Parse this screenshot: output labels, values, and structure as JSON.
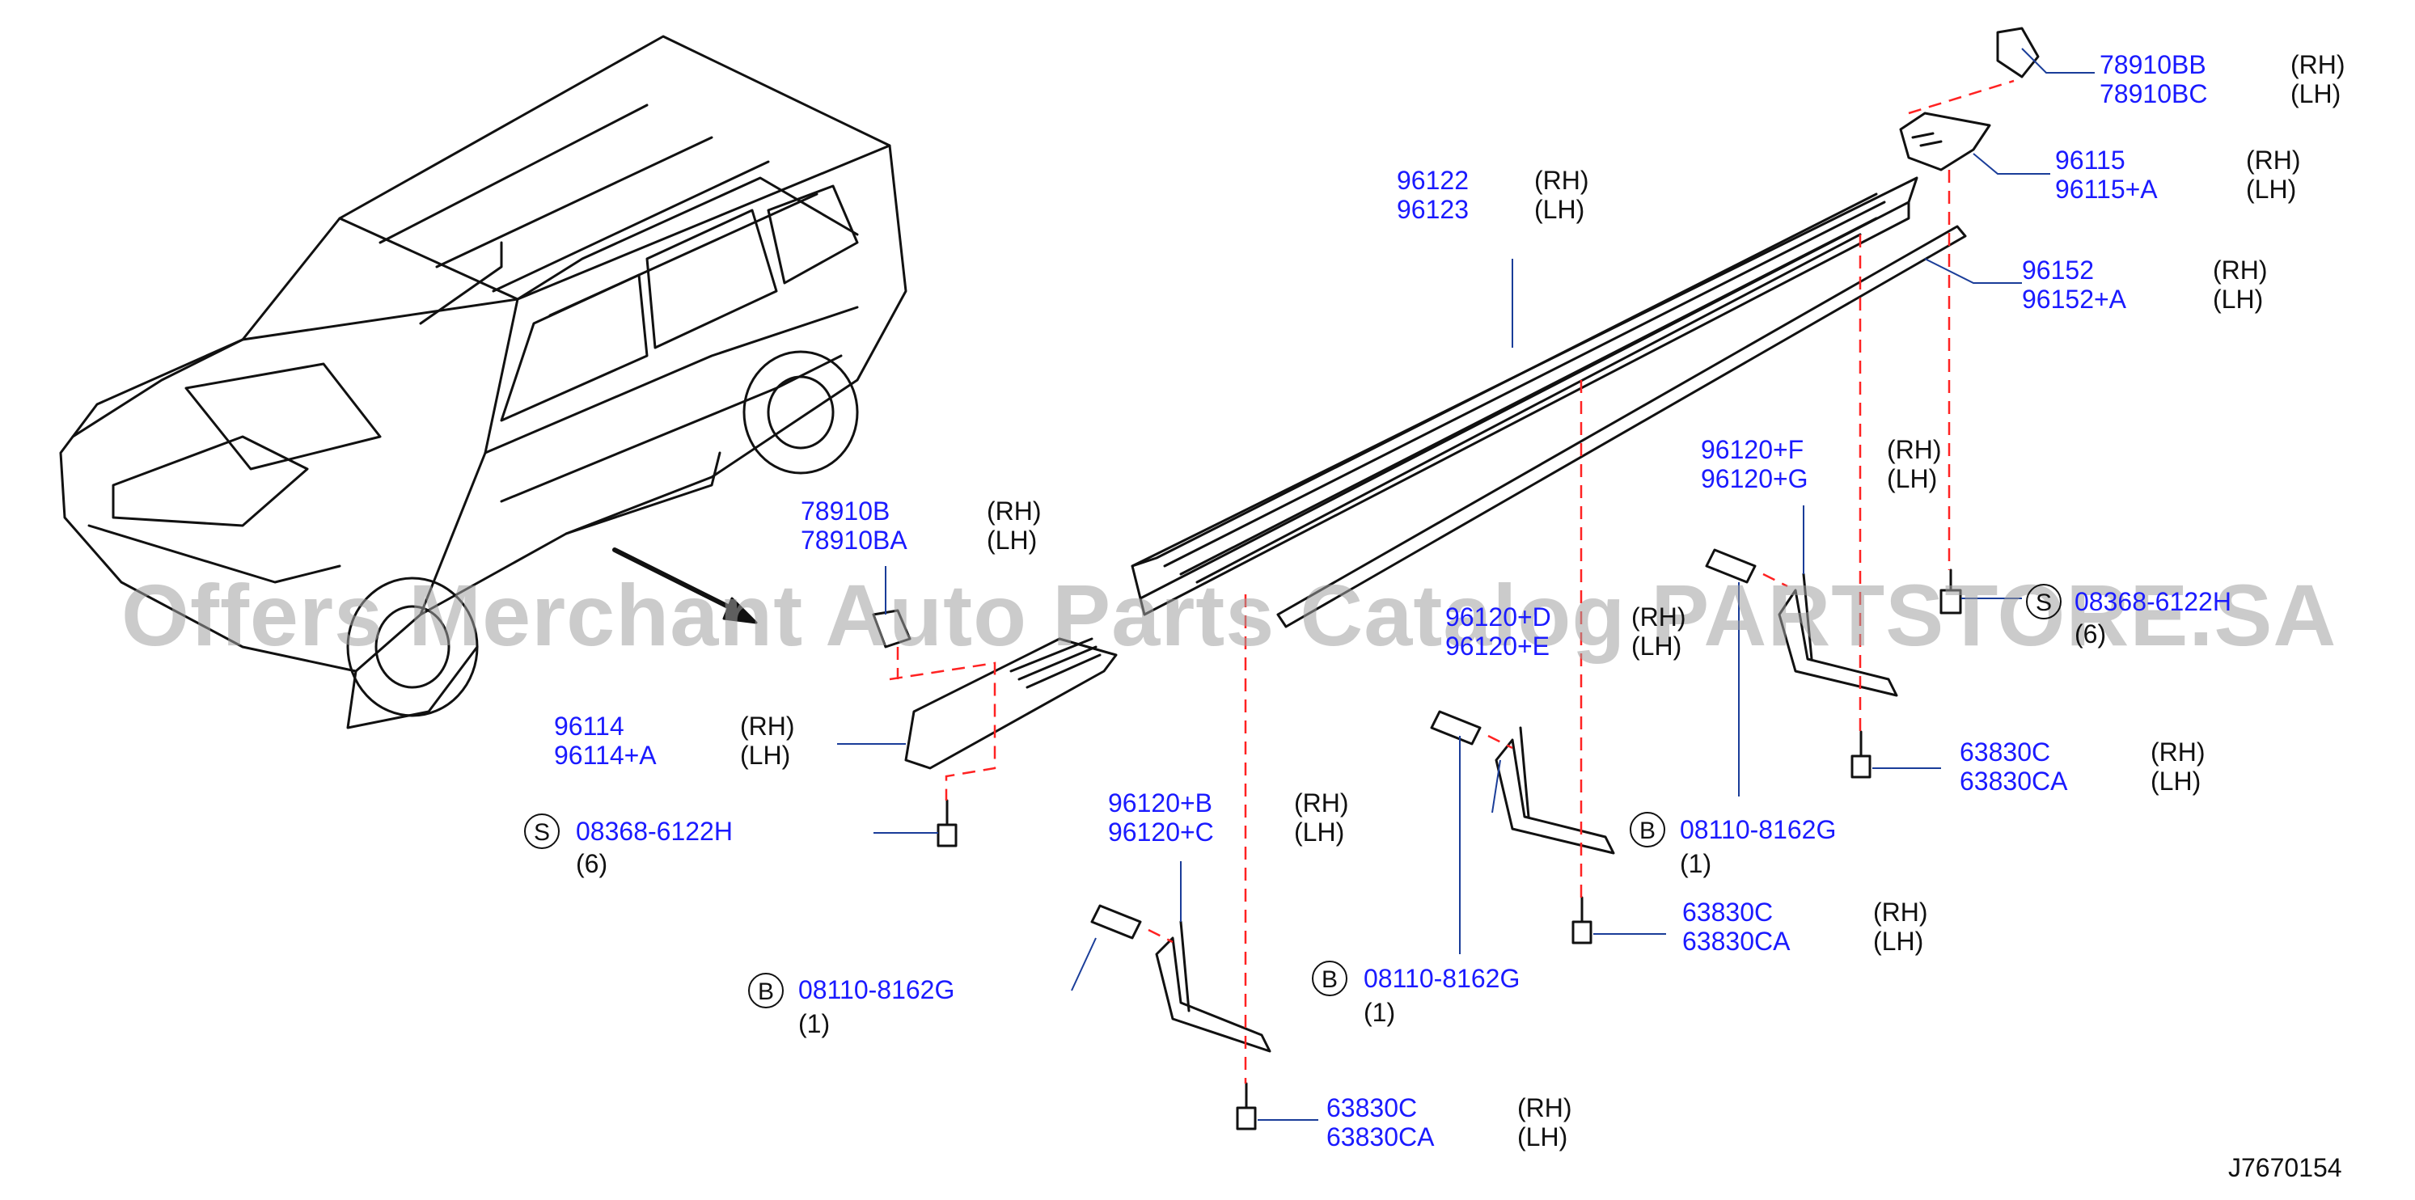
{
  "watermark": "Offers Merchant Auto Parts Catalog PARTSTORE.SA",
  "diagram_id": "J7670154",
  "labels": {
    "p78910BB": {
      "pn1": "78910BB",
      "side1": "(RH)",
      "pn2": "78910BC",
      "side2": "(LH)"
    },
    "p96115": {
      "pn1": "96115",
      "side1": "(RH)",
      "pn2": "96115+A",
      "side2": "(LH)"
    },
    "p96122": {
      "pn1": "96122",
      "side1": "(RH)",
      "pn2": "96123",
      "side2": "(LH)"
    },
    "p96152": {
      "pn1": "96152",
      "side1": "(RH)",
      "pn2": "96152+A",
      "side2": "(LH)"
    },
    "p96120F": {
      "pn1": "96120+F",
      "side1": "(RH)",
      "pn2": "96120+G",
      "side2": "(LH)"
    },
    "p78910B": {
      "pn1": "78910B",
      "side1": "(RH)",
      "pn2": "78910BA",
      "side2": "(LH)"
    },
    "p96120D": {
      "pn1": "96120+D",
      "side1": "(RH)",
      "pn2": "96120+E",
      "side2": "(LH)"
    },
    "p96114": {
      "pn1": "96114",
      "side1": "(RH)",
      "pn2": "96114+A",
      "side2": "(LH)"
    },
    "p96120B": {
      "pn1": "96120+B",
      "side1": "(RH)",
      "pn2": "96120+C",
      "side2": "(LH)"
    },
    "p63830a": {
      "pn1": "63830C",
      "side1": "(RH)",
      "pn2": "63830CA",
      "side2": "(LH)"
    },
    "p63830b": {
      "pn1": "63830C",
      "side1": "(RH)",
      "pn2": "63830CA",
      "side2": "(LH)"
    },
    "p63830c": {
      "pn1": "63830C",
      "side1": "(RH)",
      "pn2": "63830CA",
      "side2": "(LH)"
    }
  },
  "fasteners": {
    "s_left": {
      "symbol": "S",
      "pn": "08368-6122H",
      "qty": "(6)"
    },
    "s_right": {
      "symbol": "S",
      "pn": "08368-6122H",
      "qty": "(6)"
    },
    "b1": {
      "symbol": "B",
      "pn": "08110-8162G",
      "qty": "(1)"
    },
    "b2": {
      "symbol": "B",
      "pn": "08110-8162G",
      "qty": "(1)"
    },
    "b3": {
      "symbol": "B",
      "pn": "08110-8162G",
      "qty": "(1)"
    }
  },
  "colors": {
    "part_number": "#1a1aff",
    "line": "#111111",
    "dashed": "#ff2222",
    "leader": "#1a3d99"
  }
}
